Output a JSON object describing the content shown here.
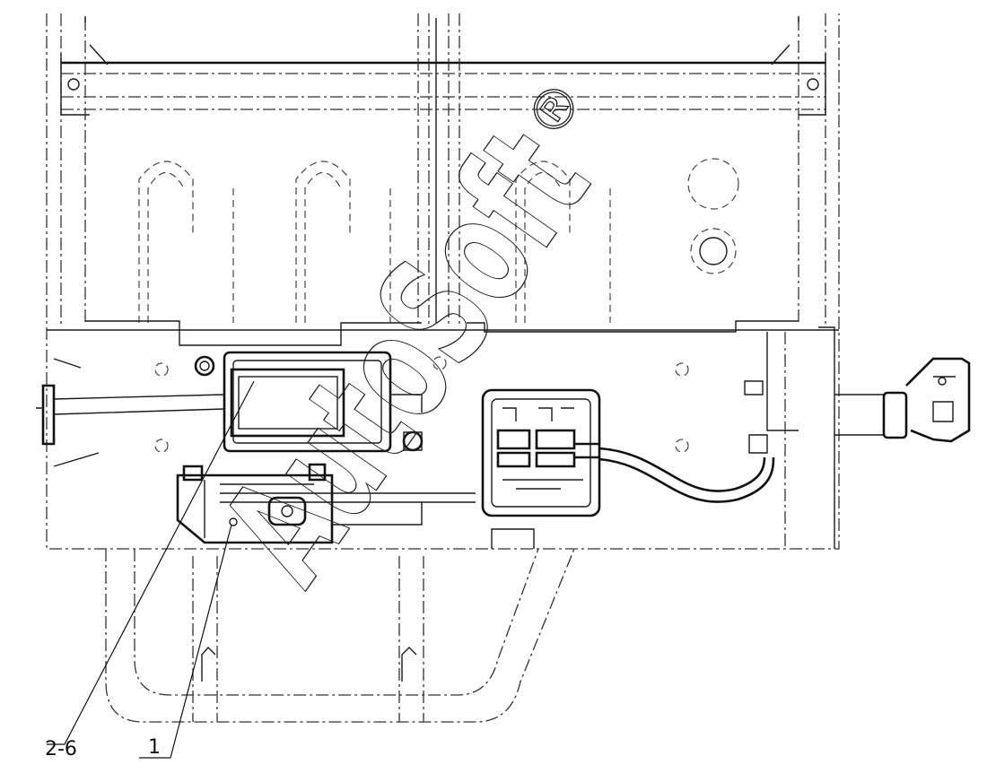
{
  "labels": {
    "callout_2_6": "2-6",
    "callout_1": "1"
  },
  "watermark": {
    "text": "AutoSoft",
    "symbol": "®"
  }
}
